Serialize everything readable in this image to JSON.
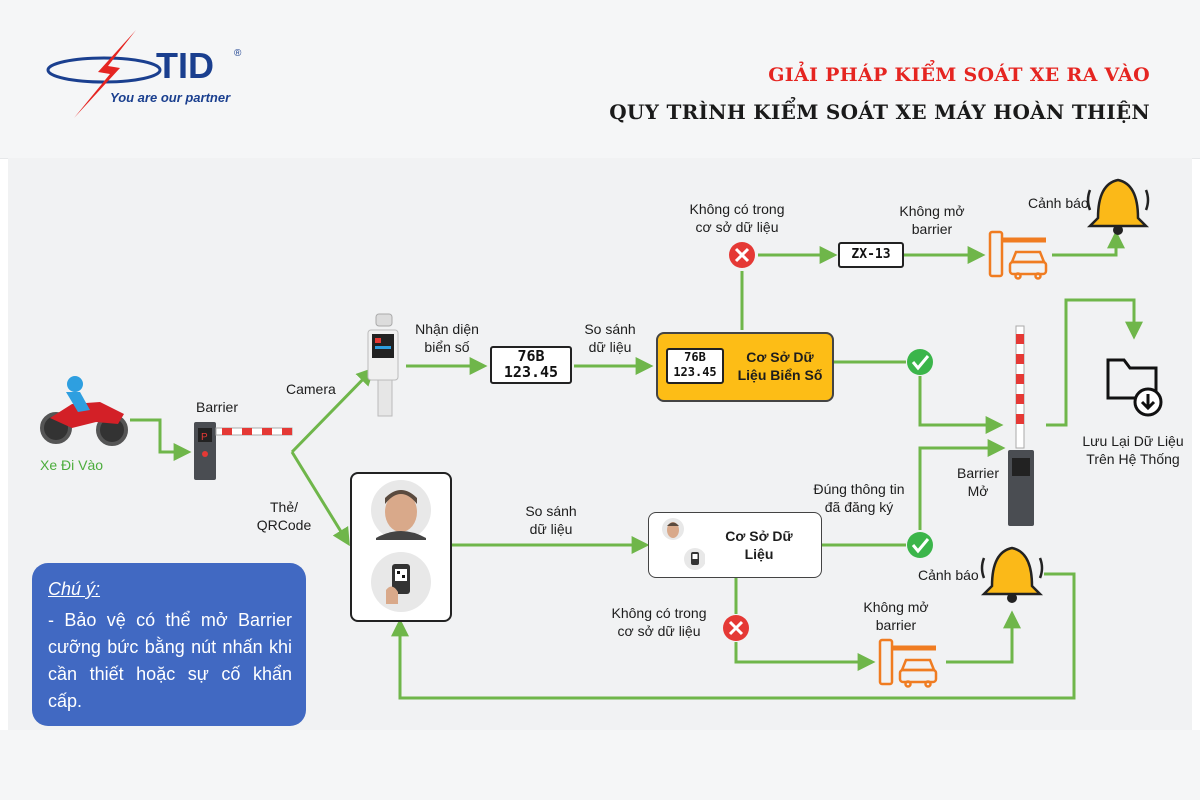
{
  "brand": {
    "name": "TID",
    "registered": "®",
    "tagline": "You are our partner"
  },
  "header": {
    "title_line1": "GIẢI PHÁP KIỂM SOÁT XE RA VÀO",
    "title_line2": "QUY TRÌNH KIỂM SOÁT XE MÁY HOÀN THIỆN"
  },
  "nodes": {
    "entry": "Xe Đi Vào",
    "barrier": "Barrier",
    "camera": "Camera",
    "card_qr_1": "Thẻ/",
    "card_qr_2": "QRCode",
    "recognize_1": "Nhận diện",
    "recognize_2": "biển số",
    "compare_top_1": "So sánh",
    "compare_top_2": "dữ liệu",
    "plate_db_1": "Cơ Sở Dữ",
    "plate_db_2": "Liệu Biển Số",
    "not_in_db_top_1": "Không có trong",
    "not_in_db_top_2": "cơ sở dữ liệu",
    "no_open_top_1": "Không mở",
    "no_open_top_2": "barrier",
    "warning_top": "Cảnh báo",
    "barrier_open_1": "Barrier",
    "barrier_open_2": "Mở",
    "save_1": "Lưu Lại Dữ Liệu",
    "save_2": "Trên Hệ Thống",
    "compare_bottom_1": "So sánh",
    "compare_bottom_2": "dữ liệu",
    "data_db_1": "Cơ Sở Dữ",
    "data_db_2": "Liệu",
    "correct_info_1": "Đúng thông tin",
    "correct_info_2": "đã đăng ký",
    "warning_bottom": "Cảnh báo",
    "not_in_db_bottom_1": "Không có trong",
    "not_in_db_bottom_2": "cơ sở dữ liệu",
    "no_open_bottom_1": "Không mở",
    "no_open_bottom_2": "barrier"
  },
  "plates": {
    "plate_top_line1": "76B",
    "plate_top_line2": "123.45",
    "plate_db_line1": "76B",
    "plate_db_line2": "123.45",
    "plate_reject": "ZX-13"
  },
  "note": {
    "title": "Chú ý:",
    "body": "- Bảo vệ có thể mở Barrier cưỡng bức bằng nút nhấn khi cần thiết hoặc sự cố khẩn cấp."
  },
  "colors": {
    "flow_green": "#6fb64a",
    "accept_green": "#3bb54a",
    "reject_red": "#e53935",
    "db_yellow": "#fdbd16",
    "barrier_orange": "#f07c21",
    "note_blue": "#4169c2",
    "title_red": "#e52521"
  },
  "icons": [
    "motorcycle-icon",
    "barrier-gate-icon",
    "camera-pole-icon",
    "license-plate-icon",
    "face-icon",
    "qrcode-phone-icon",
    "check-icon",
    "cross-icon",
    "bell-icon",
    "barrier-car-icon",
    "folder-download-icon"
  ]
}
